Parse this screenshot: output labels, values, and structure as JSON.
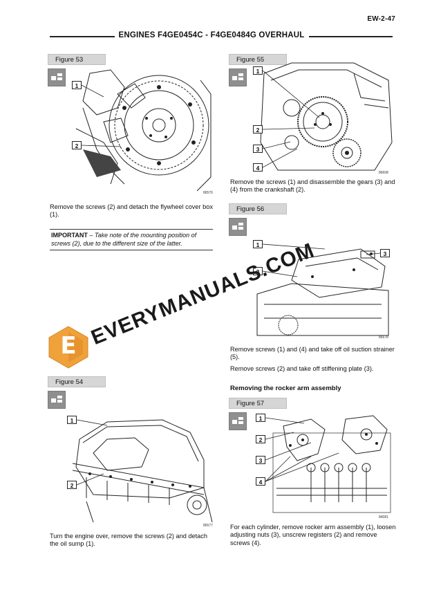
{
  "header": {
    "page_code": "EW-2-47",
    "section_title": "ENGINES F4GE0454C - F4GE0484G OVERHAUL"
  },
  "figures": {
    "fig53": {
      "label": "Figure 53",
      "ref": "86576",
      "callouts": [
        "1",
        "2"
      ]
    },
    "fig54": {
      "label": "Figure 54",
      "ref": "86577",
      "callouts": [
        "1",
        "2"
      ]
    },
    "fig55": {
      "label": "Figure 55",
      "ref": "86608",
      "callouts": [
        "1",
        "2",
        "3",
        "4"
      ]
    },
    "fig56": {
      "label": "Figure 56",
      "ref": "86578",
      "callouts": [
        "1",
        "2",
        "3"
      ]
    },
    "fig57": {
      "label": "Figure 57",
      "ref": "84081",
      "callouts": [
        "1",
        "2",
        "3",
        "4"
      ]
    }
  },
  "text": {
    "fig53_caption": "Remove the screws (2) and detach the flywheel cover box (1).",
    "important_label": "IMPORTANT",
    "important_body": " – Take note of the mounting position of screws (2), due to the different size of the latter.",
    "fig54_caption": "Turn the engine over, remove the screws (2) and detach the oil sump (1).",
    "fig55_caption": "Remove the screws (1) and disassemble the gears (3) and (4) from the crankshaft (2).",
    "fig56_caption_a": "Remove screws (1) and (4) and take off oil suction strainer (5).",
    "fig56_caption_b": "Remove screws (2) and take off stiffening plate (3).",
    "rocker_heading": "Removing the rocker arm assembly",
    "fig57_caption": "For each cylinder, remove rocker arm assembly (1), loosen adjusting nuts (3), unscrew registers (2) and remove screws (4)."
  },
  "watermark": {
    "text": "EVERYMANUALS.COM",
    "logo_letter": "E",
    "logo_color": "#f0a23a"
  }
}
